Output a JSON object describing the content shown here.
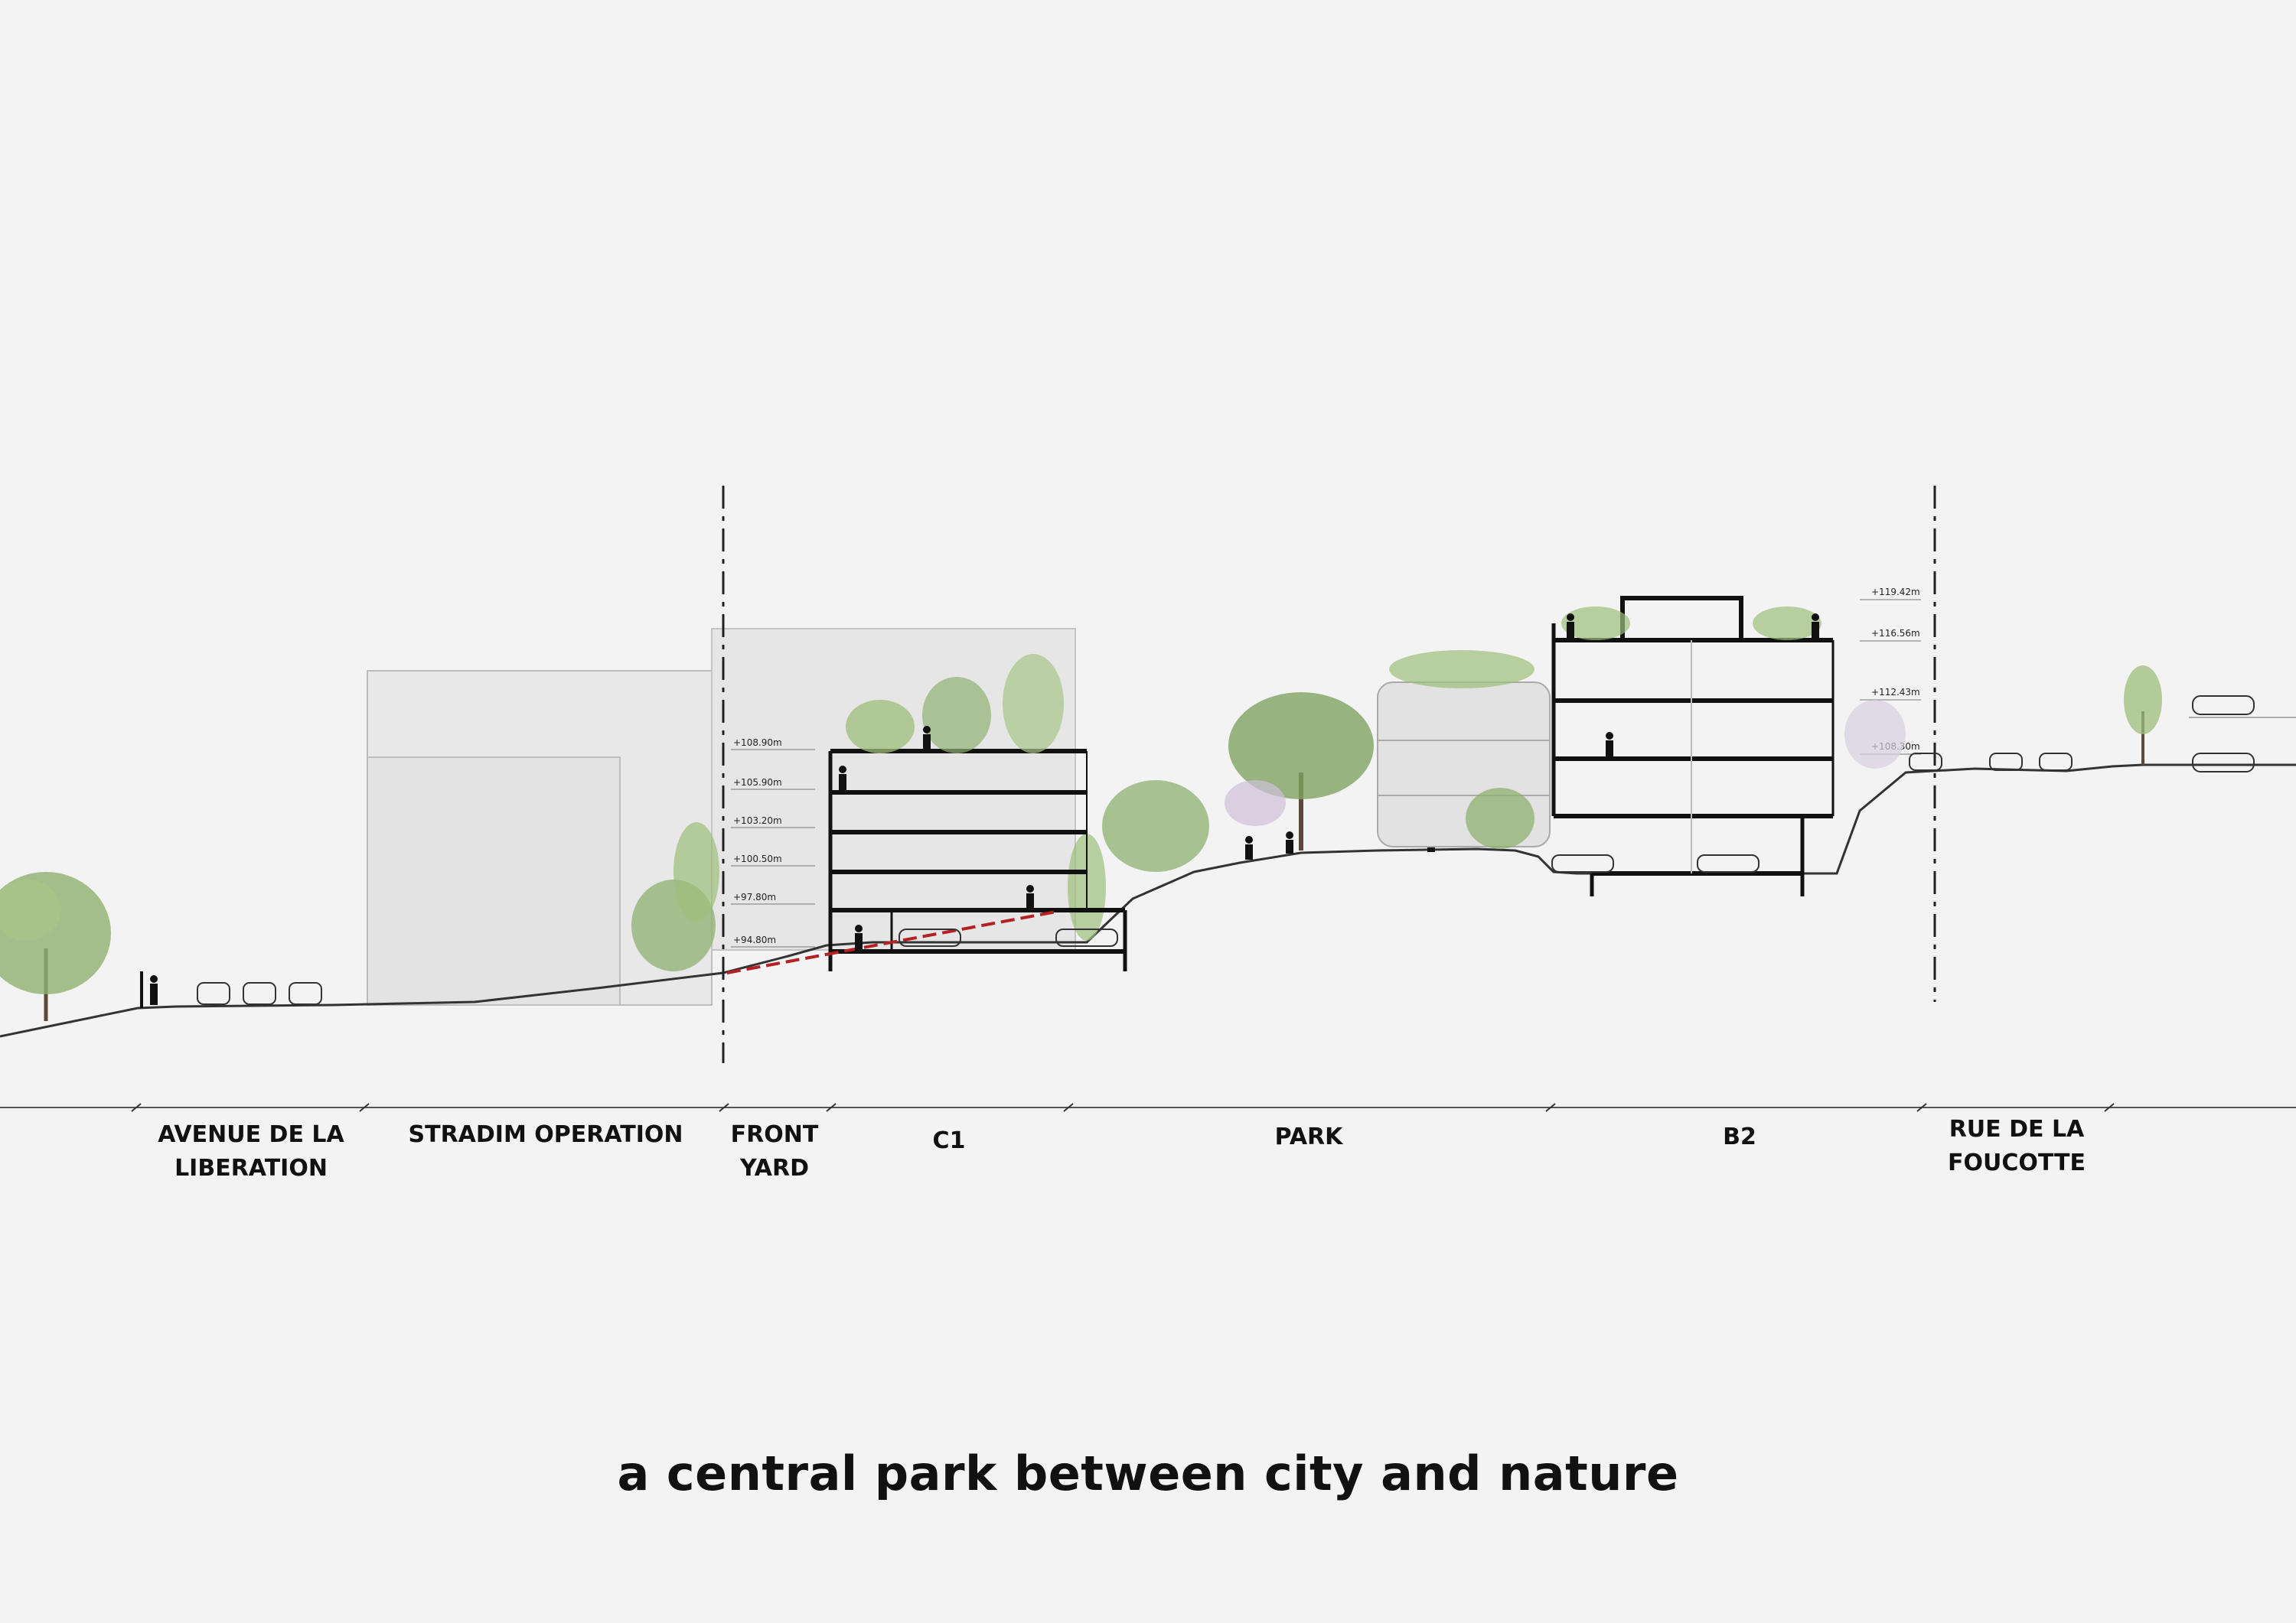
{
  "title": "a central park between city and nature",
  "zones": [
    {
      "id": "avenue",
      "label": "AVENUE DE LA\nLIBERATION"
    },
    {
      "id": "stradim",
      "label": "STRADIM OPERATION"
    },
    {
      "id": "frontyard",
      "label": "FRONT\nYARD"
    },
    {
      "id": "c1",
      "label": "C1"
    },
    {
      "id": "park",
      "label": "PARK"
    },
    {
      "id": "b2",
      "label": "B2"
    },
    {
      "id": "rue",
      "label": "RUE DE LA\nFOUCOTTE"
    }
  ],
  "elevations_c1": [
    "+108.90m",
    "+105.90m",
    "+103.20m",
    "+100.50m",
    "+97.80m",
    "+94.80m"
  ],
  "elevations_b2": [
    "+119.42m",
    "+116.56m",
    "+112.43m",
    "+108.30m"
  ],
  "colors": {
    "background": "#f3f3f3",
    "structure": "#111111",
    "vegetation": "#7fa463",
    "ramp": "#b52020",
    "massing": "#e6e6e6"
  }
}
